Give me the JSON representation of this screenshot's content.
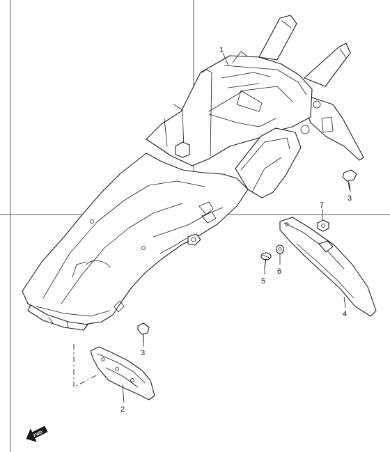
{
  "callouts": {
    "p1": "1",
    "p2": "2",
    "p3a": "3",
    "p3b": "3",
    "p4": "4",
    "p5": "5",
    "p6": "6",
    "p7": "7"
  },
  "fwd_label": "FWD",
  "colors": {
    "line": "#1a1a1a",
    "background": "#ffffff"
  }
}
